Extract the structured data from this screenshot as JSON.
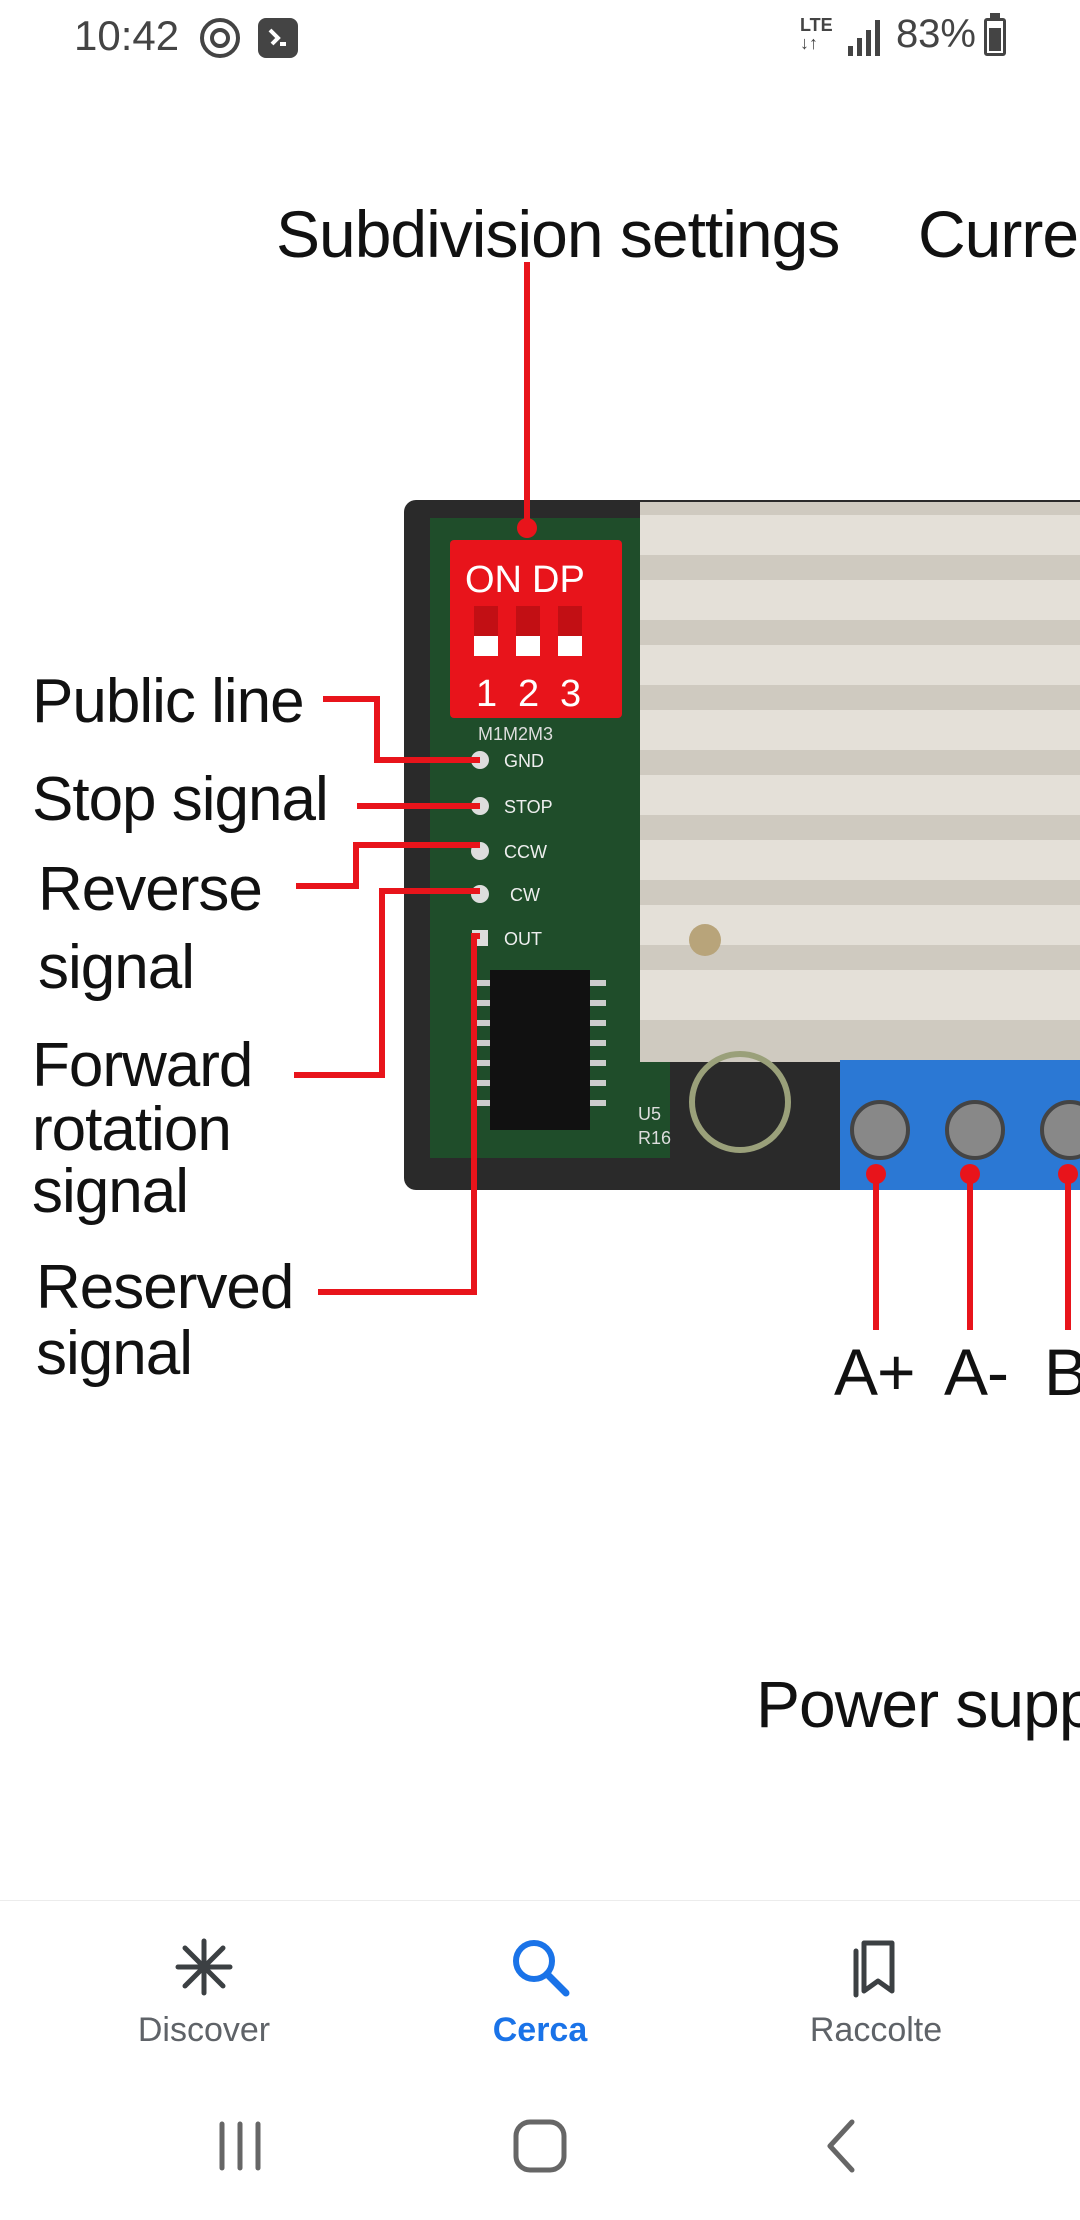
{
  "status_bar": {
    "time": "10:42",
    "network": "LTE",
    "battery": "83%",
    "battery_level": 0.83
  },
  "image": {
    "labels": {
      "subdivision": "Subdivision settings",
      "current": "Curren",
      "public_line": "Public line",
      "stop_signal": "Stop signal",
      "reverse_1": "Reverse",
      "reverse_2": "signal",
      "forward_1": "Forward",
      "forward_2": "rotation",
      "forward_3": "signal",
      "reserved_1": "Reserved",
      "reserved_2": "signal",
      "a_plus": "A+",
      "a_minus": "A-",
      "b": "B",
      "power_supply": "Power supp"
    },
    "dip": {
      "on": "ON",
      "dp": "DP",
      "n1": "1",
      "n2": "2",
      "n3": "3",
      "m": "M1M2M3"
    },
    "pins": [
      "GND",
      "STOP",
      "CCW",
      "CW",
      "OUT"
    ],
    "board_marks": {
      "u5": "U5",
      "r16": "R16"
    },
    "colors": {
      "wire": "#e8141b",
      "pcb": "#1f4d2a",
      "dip": "#e8141b",
      "heatsink": "#d8d4cc",
      "terminal": "#2b78d4",
      "housing": "#2a2a2a"
    }
  },
  "bottom_nav": {
    "items": [
      {
        "label": "Discover",
        "icon": "asterisk-icon",
        "active": false
      },
      {
        "label": "Cerca",
        "icon": "search-icon",
        "active": true
      },
      {
        "label": "Raccolte",
        "icon": "bookmarks-icon",
        "active": false
      }
    ]
  },
  "system_nav": {
    "recents": "recents-icon",
    "home": "home-icon",
    "back": "back-icon"
  }
}
